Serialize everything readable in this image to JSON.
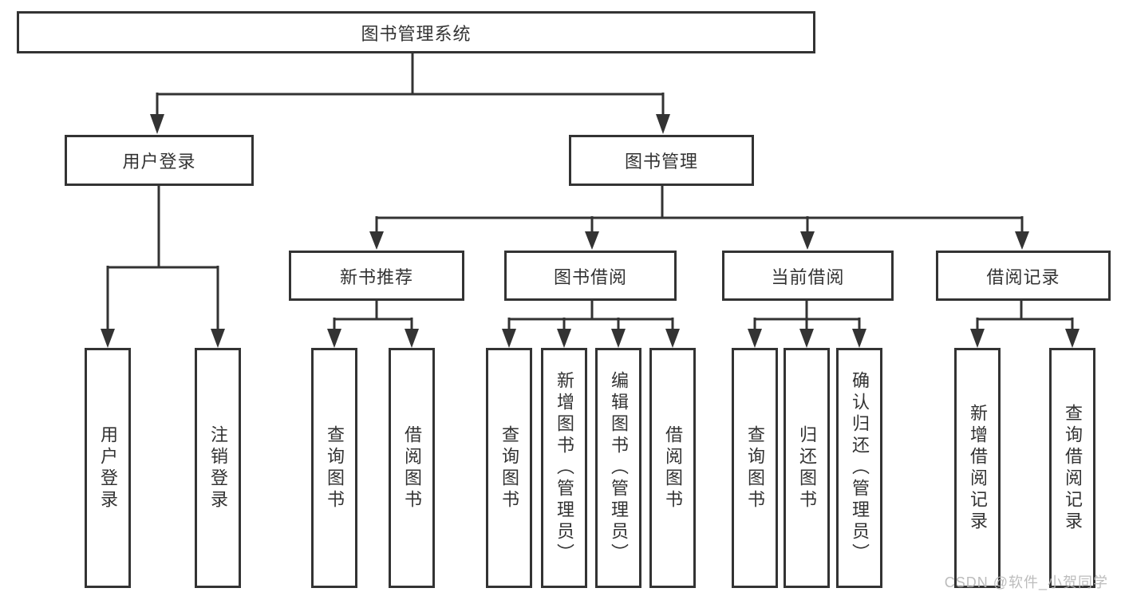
{
  "tree": {
    "root": "图书管理系统",
    "level2": [
      {
        "label": "用户登录",
        "children": [
          "用户登录",
          "注销登录"
        ]
      },
      {
        "label": "图书管理",
        "children": [
          {
            "label": "新书推荐",
            "children": [
              "查询图书",
              "借阅图书"
            ]
          },
          {
            "label": "图书借阅",
            "children": [
              "查询图书",
              "新增图书（管理员）",
              "编辑图书（管理员）",
              "借阅图书"
            ]
          },
          {
            "label": "当前借阅",
            "children": [
              "查询图书",
              "归还图书",
              "确认归还（管理员）"
            ]
          },
          {
            "label": "借阅记录",
            "children": [
              "新增借阅记录",
              "查询借阅记录"
            ]
          }
        ]
      }
    ]
  },
  "watermark": {
    "text": "CSDN @软件_小贺同学"
  },
  "colors": {
    "line": "#333333",
    "text": "#333333",
    "watermark": "#b5b5b5",
    "background": "#ffffff"
  }
}
